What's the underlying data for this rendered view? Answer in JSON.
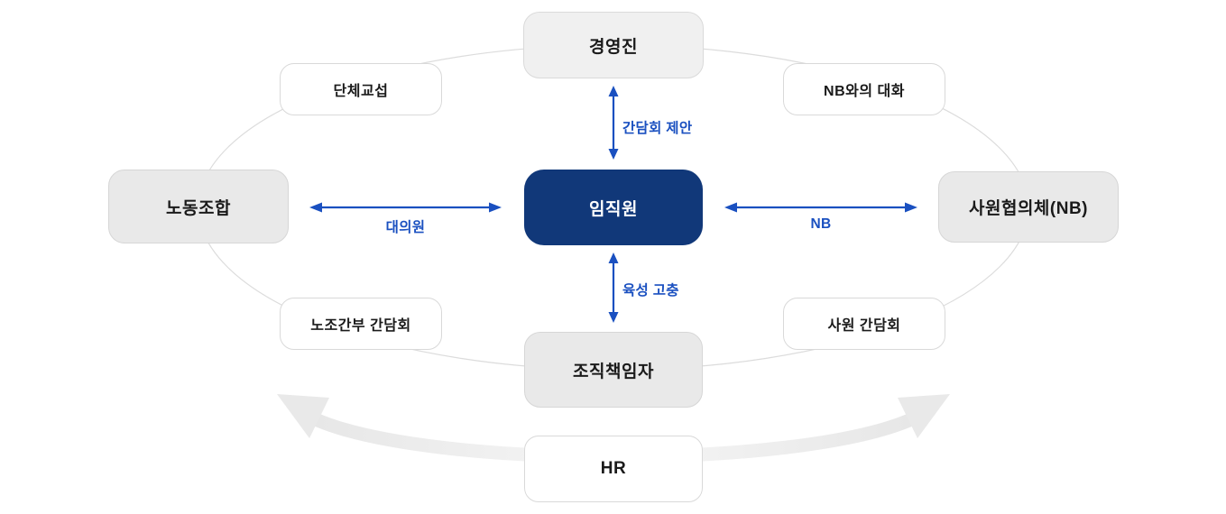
{
  "diagram_title": "",
  "nodes": {
    "management": "경영진",
    "employees": "임직원",
    "labor_union": "노동조합",
    "employee_council": "사원협의체(NB)",
    "org_leader": "조직책임자",
    "hr": "HR"
  },
  "channel_labels": {
    "collective_bargaining": "단체교섭",
    "nb_dialogue": "NB와의 대화",
    "union_exec_meeting": "노조간부 간담회",
    "employee_meeting": "사원 간담회"
  },
  "arrow_labels": {
    "meeting_proposal": "간담회 제안",
    "delegates": "대의원",
    "nb": "NB",
    "development_grievance": "육성 고충"
  },
  "colors": {
    "primary_navy": "#113879",
    "arrow_blue": "#1a50c0",
    "node_gray": "#e9e9e9",
    "node_light_gray": "#f0f0f0",
    "border_gray": "#d6d6d6",
    "ellipse_gray": "#dcdcdc",
    "swoosh_gray": "#e9e9e9",
    "bg": "#ffffff"
  }
}
